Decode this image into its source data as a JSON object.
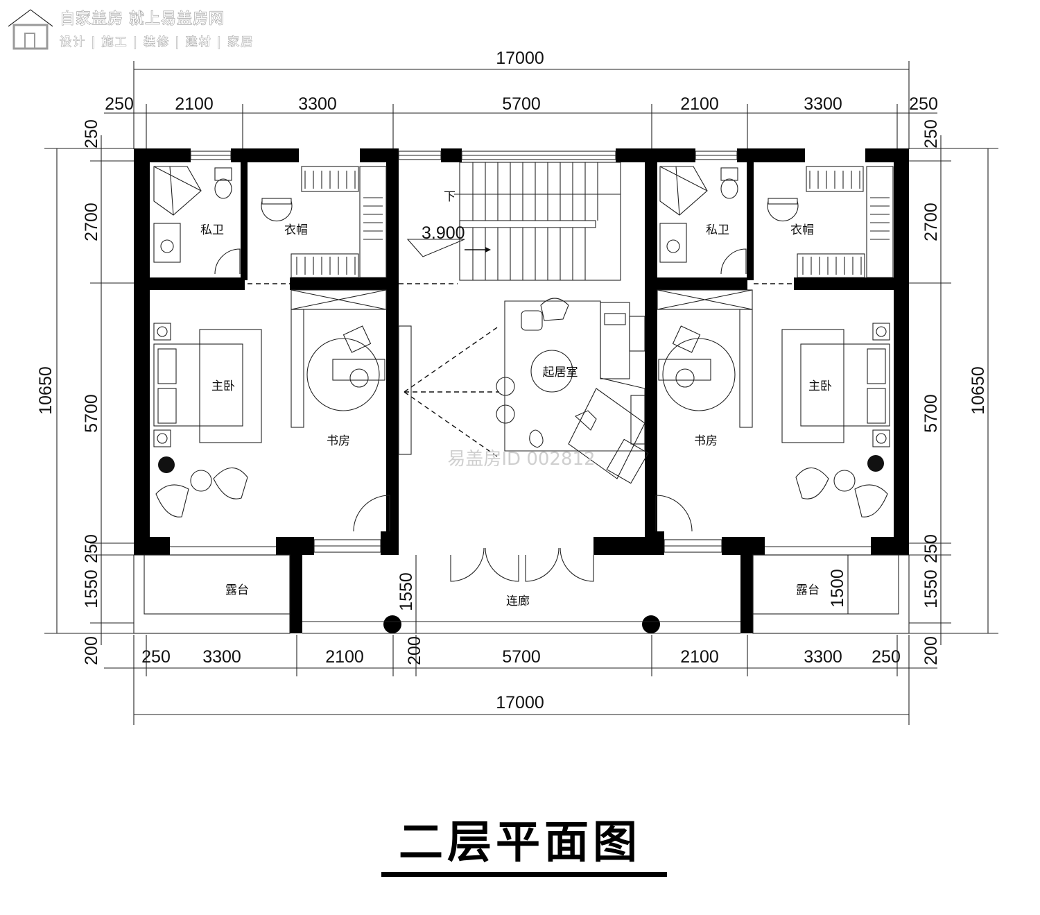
{
  "logo": {
    "name": "自家盖房 就上易盖房网",
    "tagline": "设计 | 施工 | 装修 | 建材 | 家居"
  },
  "title": "二层平面图",
  "watermark": "易盖房ID 002812",
  "level_mark": "3.900",
  "stair_down_label": "下",
  "rooms": {
    "bath_left": "私卫",
    "closet_left": "衣帽",
    "bath_right": "私卫",
    "closet_right": "衣帽",
    "master_left": "主卧",
    "master_right": "主卧",
    "study_left": "书房",
    "study_right": "书房",
    "living": "起居室",
    "terrace_left": "露台",
    "terrace_right": "露台",
    "corridor": "连廊"
  },
  "dimensions": {
    "top_total": "17000",
    "top_segments": [
      "250",
      "2100",
      "3300",
      "5700",
      "2100",
      "3300",
      "250"
    ],
    "bottom_total": "17000",
    "bottom_segments": [
      "250",
      "3300",
      "2100",
      "200",
      "5700",
      "2100",
      "3300",
      "250"
    ],
    "left_total": "10650",
    "left_segments": [
      "250",
      "2700",
      "5700",
      "250",
      "1550",
      "200"
    ],
    "right_total": "10650",
    "right_segments": [
      "250",
      "2700",
      "5700",
      "250",
      "1550",
      "200"
    ],
    "inner_corridor_depth": "1550",
    "inner_terrace_depth": "1500"
  }
}
